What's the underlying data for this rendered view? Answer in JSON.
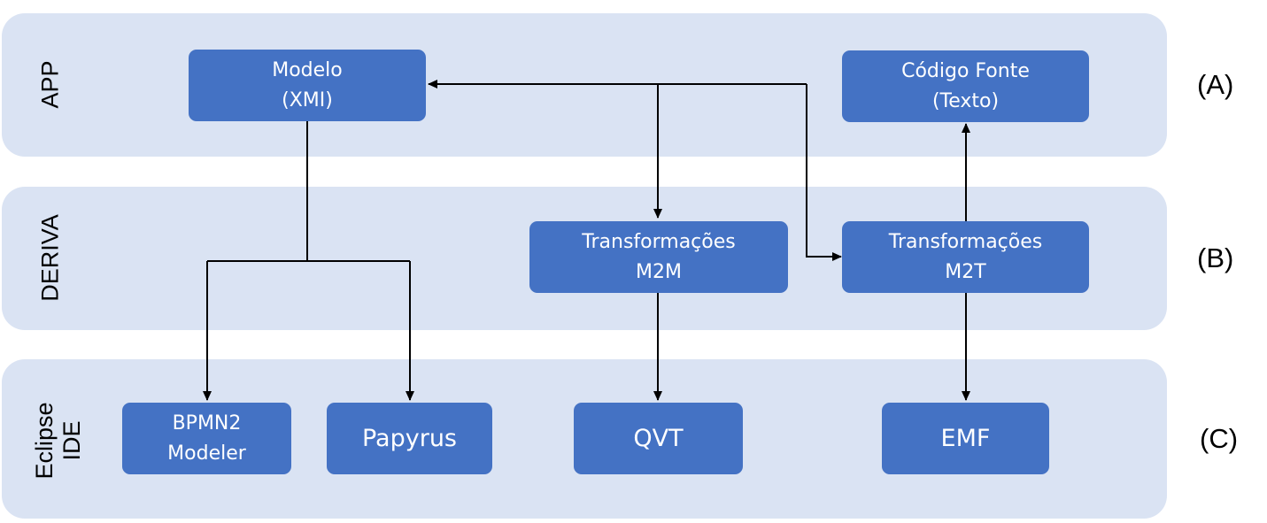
{
  "layers": {
    "app": {
      "label": "APP",
      "tag": "(A)"
    },
    "deriva": {
      "label": "DERIVA",
      "tag": "(B)"
    },
    "eclipse": {
      "label_line1": "Eclipse",
      "label_line2": "IDE",
      "tag": "(C)"
    }
  },
  "nodes": {
    "modelo": {
      "line1": "Modelo",
      "line2": "(XMI)"
    },
    "codigo_fonte": {
      "line1": "Código Fonte",
      "line2": "(Texto)"
    },
    "transf_m2m": {
      "line1": "Transformações",
      "line2": "M2M"
    },
    "transf_m2t": {
      "line1": "Transformações",
      "line2": "M2T"
    },
    "bpmn2": {
      "line1": "BPMN2",
      "line2": "Modeler"
    },
    "papyrus": {
      "label": "Papyrus"
    },
    "qvt": {
      "label": "QVT"
    },
    "emf": {
      "label": "EMF"
    }
  },
  "colors": {
    "layer_background": "#dae3f3",
    "node_fill": "#4472c4",
    "node_text": "#ffffff",
    "arrow": "#000000"
  }
}
